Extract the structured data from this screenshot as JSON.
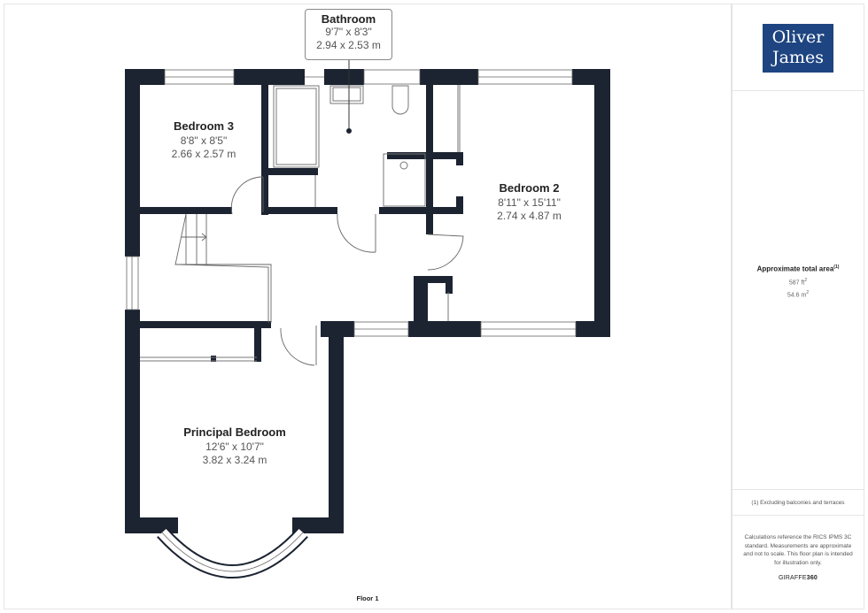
{
  "brand": {
    "logo_line1": "Oliver",
    "logo_line2": "James",
    "logo_color": "#1e4581",
    "footer_brand_prefix": "GIRAFFE",
    "footer_brand_suffix": "360"
  },
  "rooms": [
    {
      "name": "Bathroom",
      "imperial": "9'7\" x 8'3\"",
      "metric": "2.94 x 2.53 m"
    },
    {
      "name": "Bedroom 3",
      "imperial": "8'8\" x 8'5\"",
      "metric": "2.66 x 2.57 m"
    },
    {
      "name": "Bedroom 2",
      "imperial": "8'11\" x 15'11\"",
      "metric": "2.74 x 4.87 m"
    },
    {
      "name": "Principal Bedroom",
      "imperial": "12'6\" x 10'7\"",
      "metric": "3.82 x 3.24 m"
    }
  ],
  "floor_label": "Floor 1",
  "area": {
    "title": "Approximate total area",
    "title_footnote": "(1)",
    "imperial_value": "587 ft",
    "imperial_unit_sup": "2",
    "metric_value": "54.6 m",
    "metric_unit_sup": "2"
  },
  "footnote": "(1) Excluding balconies and terraces",
  "disclaimer": "Calculations reference the RICS IPMS 3C standard. Measurements are approximate and not to scale. This floor plan is intended for illustration only.",
  "colors": {
    "wall": "#1c2331",
    "text_dark": "#222222",
    "text_muted": "#555555"
  }
}
